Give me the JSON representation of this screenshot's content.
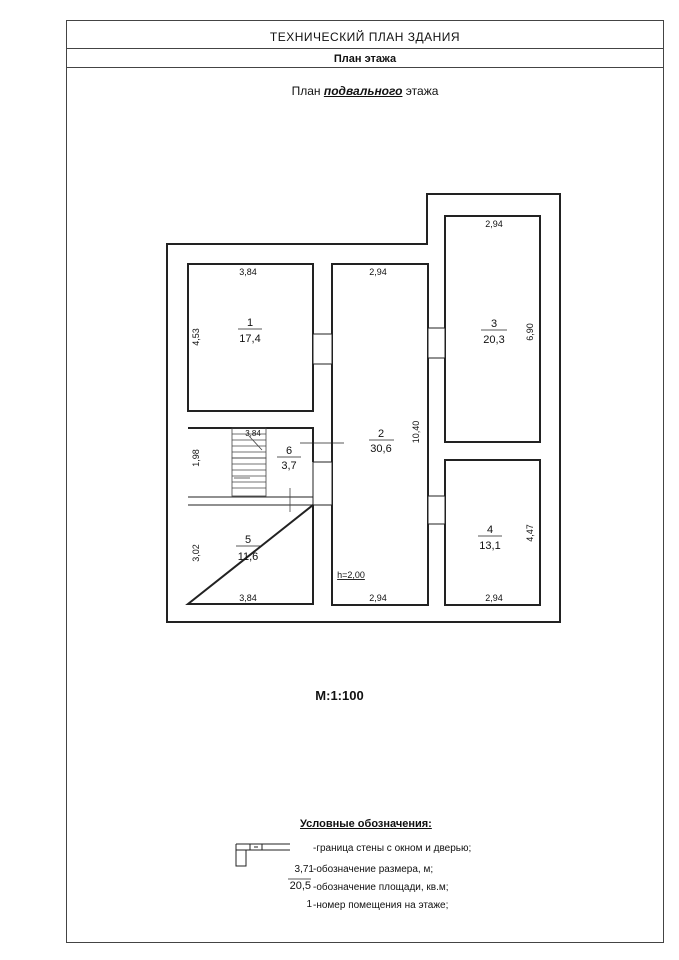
{
  "header": {
    "title": "ТЕХНИЧЕСКИЙ ПЛАН ЗДАНИЯ",
    "subtitle": "План этажа",
    "plan_prefix": "План",
    "plan_emph": "подвального",
    "plan_suffix": "этажа"
  },
  "plan": {
    "rooms": [
      {
        "number": "1",
        "area": "17,4",
        "width": "3,84",
        "height": "4,53"
      },
      {
        "number": "2",
        "area": "30,6",
        "width": "2,94",
        "height": "10,40",
        "bottom": "2,94",
        "note": "h=2,00"
      },
      {
        "number": "3",
        "area": "20,3",
        "width": "2,94",
        "height": "6,90"
      },
      {
        "number": "4",
        "area": "13,1",
        "width": "2,94",
        "height": "4,47"
      },
      {
        "number": "5",
        "area": "11,6",
        "width": "3,84",
        "height": "3,02"
      },
      {
        "number": "6",
        "area": "3,7",
        "width": "3,84",
        "height": "1,98"
      }
    ]
  },
  "scale": "М:1:100",
  "legend": {
    "title": "Условные обозначения:",
    "items": [
      {
        "symbol": "",
        "text": "-граница стены с окном и дверью;"
      },
      {
        "symbol": "3,71",
        "text": "-обозначение размера, м;"
      },
      {
        "symbol": "20,5",
        "text": "-обозначение площади, кв.м;"
      },
      {
        "symbol": "1",
        "text": "-номер помещения на этаже;"
      }
    ]
  }
}
